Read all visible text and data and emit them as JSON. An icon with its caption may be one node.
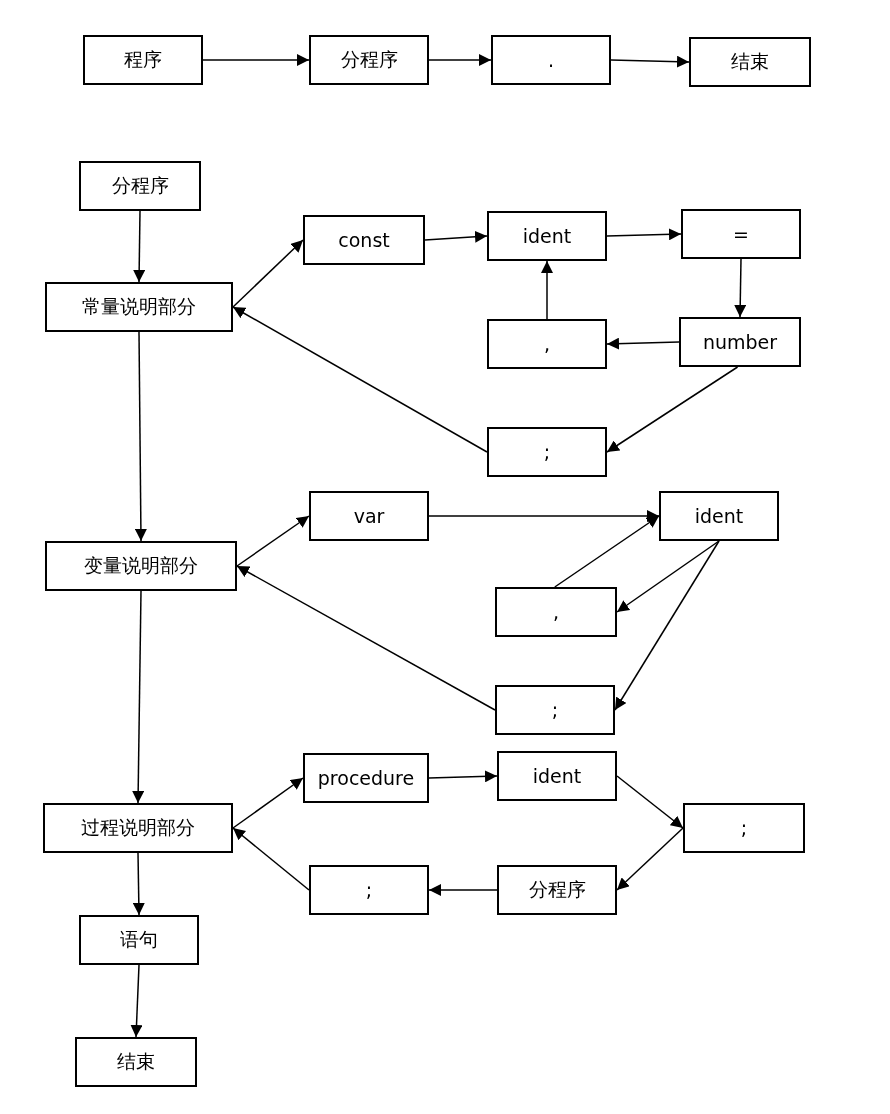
{
  "diagram": {
    "nodes": [
      {
        "text": [
          "程序"
        ]
      },
      {
        "text": [
          "分程序"
        ]
      },
      {
        "text": [
          "."
        ]
      },
      {
        "text": [
          "结束"
        ]
      },
      {
        "text": [
          "分程序"
        ]
      },
      {
        "text": [
          "常量说明部分"
        ]
      },
      {
        "text": [
          "const"
        ]
      },
      {
        "text": [
          "ident"
        ]
      },
      {
        "text": [
          "="
        ]
      },
      {
        "text": [
          ","
        ]
      },
      {
        "text": [
          "number"
        ]
      },
      {
        "text": [
          ";"
        ]
      },
      {
        "text": [
          "变量说明部分"
        ]
      },
      {
        "text": [
          "var"
        ]
      },
      {
        "text": [
          "ident"
        ]
      },
      {
        "text": [
          ","
        ]
      },
      {
        "text": [
          ";"
        ]
      },
      {
        "text": [
          "过程说明部分"
        ]
      },
      {
        "text": [
          "procedure"
        ]
      },
      {
        "text": [
          "ident"
        ]
      },
      {
        "text": [
          ";"
        ]
      },
      {
        "text": [
          "分程序"
        ]
      },
      {
        "text": [
          ";"
        ]
      },
      {
        "text": [
          "语句"
        ]
      },
      {
        "text": [
          "结束"
        ]
      }
    ],
    "edges": [
      {
        "from": 0,
        "to": 1,
        "arrow": "to"
      },
      {
        "from": 1,
        "to": 2,
        "arrow": "to"
      },
      {
        "from": 2,
        "to": 3,
        "arrow": "to"
      },
      {
        "from": 4,
        "to": 5,
        "arrow": "to"
      },
      {
        "from": 5,
        "to": 6,
        "arrow": "to"
      },
      {
        "from": 6,
        "to": 7,
        "arrow": "to"
      },
      {
        "from": 7,
        "to": 8,
        "arrow": "to"
      },
      {
        "from": 8,
        "to": 10,
        "arrow": "to"
      },
      {
        "from": 10,
        "to": 9,
        "arrow": "to"
      },
      {
        "from": 9,
        "to": 7,
        "arrow": "to"
      },
      {
        "from": 10,
        "to": 11,
        "arrow": "to"
      },
      {
        "from": 11,
        "to": 5,
        "arrow": "to"
      },
      {
        "from": 5,
        "to": 12,
        "arrow": "to"
      },
      {
        "from": 12,
        "to": 13,
        "arrow": "to"
      },
      {
        "from": 13,
        "to": 14,
        "arrow": "to"
      },
      {
        "from": 15,
        "to": 14,
        "arrow": "to"
      },
      {
        "from": 14,
        "to": 15,
        "arrow": "to"
      },
      {
        "from": 14,
        "to": 16,
        "arrow": "to"
      },
      {
        "from": 16,
        "to": 12,
        "arrow": "to"
      },
      {
        "from": 12,
        "to": 17,
        "arrow": "to"
      },
      {
        "from": 17,
        "to": 18,
        "arrow": "to"
      },
      {
        "from": 18,
        "to": 19,
        "arrow": "to"
      },
      {
        "from": 19,
        "to": 20,
        "arrow": "to"
      },
      {
        "from": 20,
        "to": 21,
        "arrow": "to"
      },
      {
        "from": 21,
        "to": 22,
        "arrow": "to"
      },
      {
        "from": 22,
        "to": 17,
        "arrow": "to"
      },
      {
        "from": 17,
        "to": 23,
        "arrow": "to"
      },
      {
        "from": 23,
        "to": 24,
        "arrow": "to"
      }
    ]
  }
}
